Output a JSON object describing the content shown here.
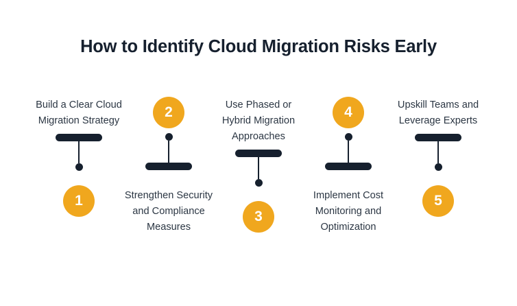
{
  "title": "How to Identify Cloud Migration Risks Early",
  "colors": {
    "background": "#ffffff",
    "title_text": "#16202e",
    "body_text": "#2b3643",
    "accent_orange": "#f0a71e",
    "connector_navy": "#16202e",
    "number_text": "#ffffff"
  },
  "steps": [
    {
      "number": "1",
      "label": "Build a Clear Cloud Migration Strategy",
      "orientation": "text-above"
    },
    {
      "number": "2",
      "label": "Strengthen Security and Compliance Measures",
      "orientation": "text-below"
    },
    {
      "number": "3",
      "label": "Use Phased or Hybrid Migration Approaches",
      "orientation": "text-above"
    },
    {
      "number": "4",
      "label": "Implement Cost Monitoring and Optimization",
      "orientation": "text-below"
    },
    {
      "number": "5",
      "label": "Upskill Teams and Leverage Experts",
      "orientation": "text-above"
    }
  ]
}
